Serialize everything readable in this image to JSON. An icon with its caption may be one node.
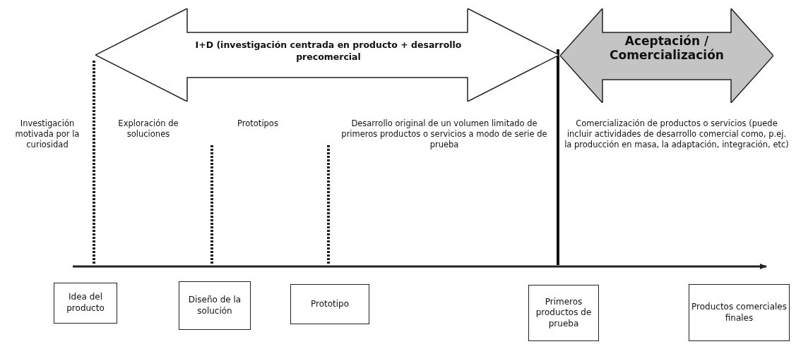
{
  "diagram": {
    "nodes": [
      {
        "text": [
          "I+D (investigación centrada en producto + desarrollo precomercial"
        ]
      },
      {
        "text": [
          "Aceptación / Comercialización"
        ]
      },
      {
        "text": [
          "Idea del producto"
        ]
      },
      {
        "text": [
          "Diseño de la solución"
        ]
      },
      {
        "text": [
          "Prototipo"
        ]
      },
      {
        "text": [
          "Primeros productos de prueba"
        ]
      },
      {
        "text": [
          "Productos comerciales finales"
        ]
      }
    ],
    "edges": [],
    "labels": [
      "Investigación motivada por la curiosidad",
      "Exploración de soluciones",
      "Prototipos",
      "Desarrollo original de un volumen limitado de primeros productos o servicios a modo de serie de prueba",
      "Comercialización de productos o servicios (puede incluir actividades de desarrollo comercial como, p.ej. la producción en masa, la adaptación, integración, etc)"
    ]
  }
}
